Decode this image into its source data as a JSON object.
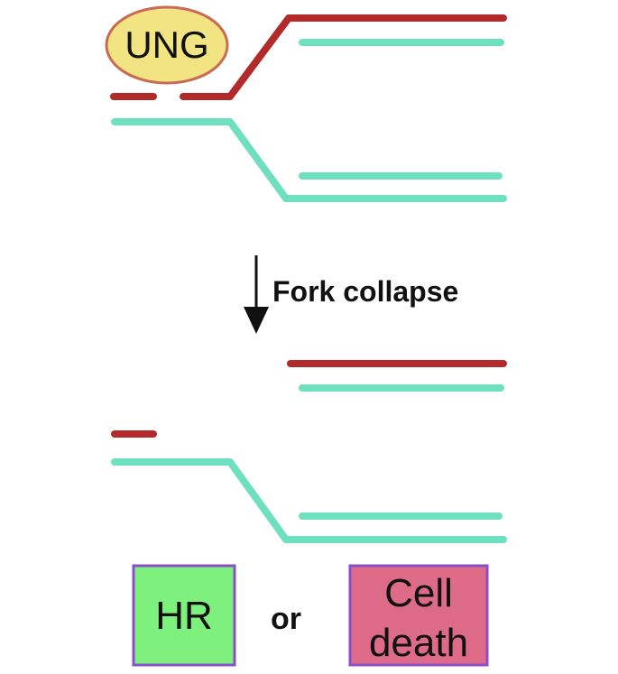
{
  "colors": {
    "damaged_strand": "#b22a2a",
    "template_strand": "#6ee0bf",
    "enzyme_fill": "#f2e383",
    "enzyme_outline": "#c96a52",
    "hr_fill": "#7df07d",
    "death_fill": "#dd6a86",
    "box_outline": "#8a4fc8",
    "arrow": "#111111"
  },
  "enzyme": {
    "label": "UNG"
  },
  "step": {
    "label": "Fork collapse"
  },
  "outcomes": {
    "hr_label": "HR",
    "connector": "or",
    "death_line1": "Cell",
    "death_line2": "death"
  }
}
